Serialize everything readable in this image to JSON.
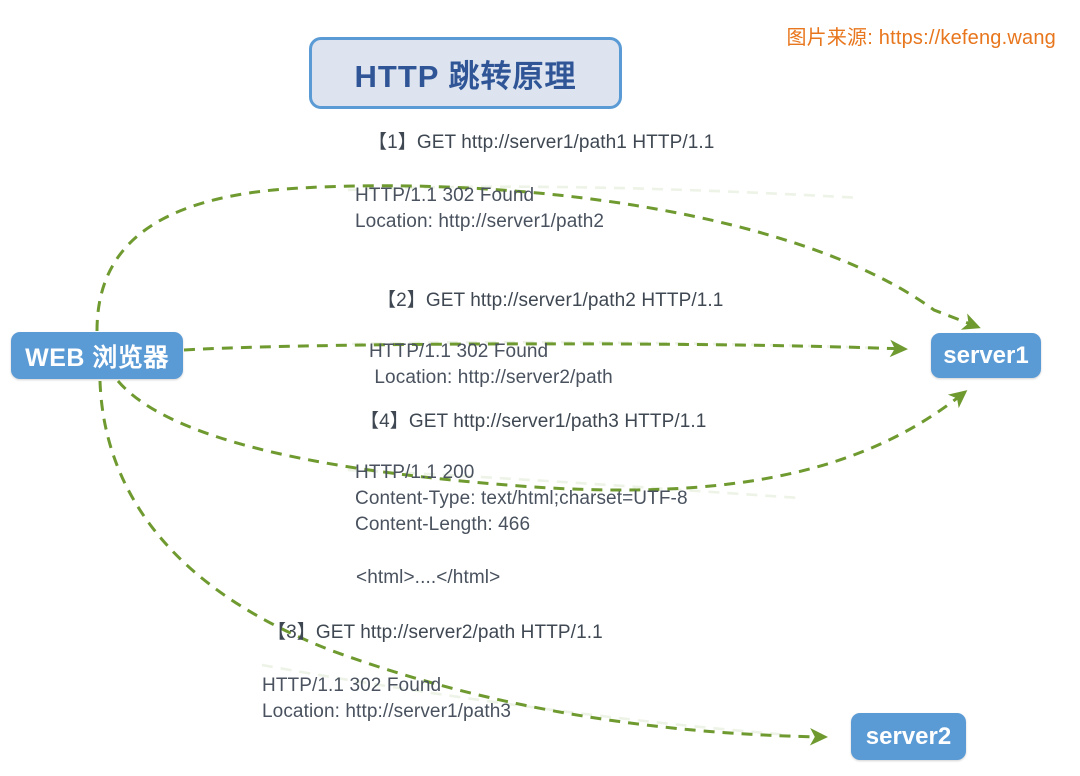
{
  "watermark": {
    "text": "图片来源: https://kefeng.wang",
    "color": "#e8761d"
  },
  "title": {
    "text": "HTTP 跳转原理",
    "fill": "#dde4f0",
    "border": "#5b9bd5",
    "text_color": "#2f5597"
  },
  "nodes": {
    "browser": {
      "label": "WEB 浏览器"
    },
    "server1": {
      "label": "server1"
    },
    "server2": {
      "label": "server2"
    },
    "node_color": "#5b9bd5",
    "node_text_color": "#ffffff"
  },
  "edge_color": "#6f9a30",
  "messages": [
    {
      "id": "req1",
      "text": "【1】GET http://server1/path1 HTTP/1.1"
    },
    {
      "id": "resp1",
      "text": "HTTP/1.1 302 Found\nLocation: http://server1/path2"
    },
    {
      "id": "req2",
      "text": "【2】GET http://server1/path2 HTTP/1.1"
    },
    {
      "id": "resp2",
      "text": "HTTP/1.1 302 Found\n Location: http://server2/path"
    },
    {
      "id": "req4",
      "text": "【4】GET http://server1/path3 HTTP/1.1"
    },
    {
      "id": "resp4",
      "text": "HTTP/1.1 200\nContent-Type: text/html;charset=UTF-8\nContent-Length: 466"
    },
    {
      "id": "body4",
      "text": "<html>....</html>"
    },
    {
      "id": "req3",
      "text": "【3】GET http://server2/path HTTP/1.1"
    },
    {
      "id": "resp3",
      "text": "HTTP/1.1 302 Found\nLocation: http://server1/path3"
    }
  ],
  "flows": [
    {
      "step": "1",
      "from": "browser",
      "to": "server1",
      "kind": "request",
      "label": "GET http://server1/path1 HTTP/1.1"
    },
    {
      "step": "1",
      "from": "server1",
      "to": "browser",
      "kind": "response",
      "label": "HTTP/1.1 302 Found; Location: http://server1/path2"
    },
    {
      "step": "2",
      "from": "browser",
      "to": "server1",
      "kind": "request",
      "label": "GET http://server1/path2 HTTP/1.1"
    },
    {
      "step": "2",
      "from": "server1",
      "to": "browser",
      "kind": "response",
      "label": "HTTP/1.1 302 Found; Location: http://server2/path"
    },
    {
      "step": "3",
      "from": "browser",
      "to": "server2",
      "kind": "request",
      "label": "GET http://server2/path HTTP/1.1"
    },
    {
      "step": "3",
      "from": "server2",
      "to": "browser",
      "kind": "response",
      "label": "HTTP/1.1 302 Found; Location: http://server1/path3"
    },
    {
      "step": "4",
      "from": "browser",
      "to": "server1",
      "kind": "request",
      "label": "GET http://server1/path3 HTTP/1.1"
    },
    {
      "step": "4",
      "from": "server1",
      "to": "browser",
      "kind": "response",
      "label": "HTTP/1.1 200; Content-Type: text/html;charset=UTF-8; Content-Length: 466; <html>....</html>"
    }
  ]
}
